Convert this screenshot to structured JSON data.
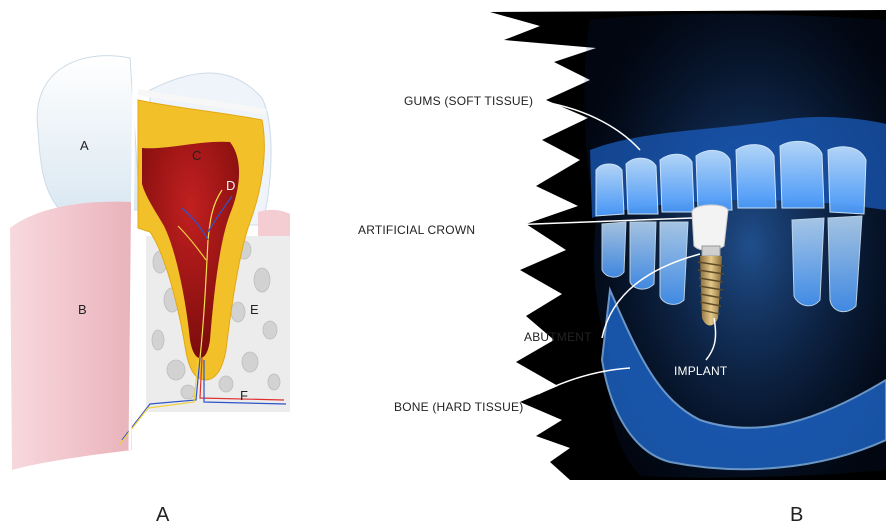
{
  "panel_a": {
    "caption": "A",
    "labels": {
      "a": "A",
      "b": "B",
      "c": "C",
      "d": "D",
      "e": "E",
      "f": "F"
    }
  },
  "panel_b": {
    "caption": "B",
    "labels": {
      "gums": "GUMS (SOFT TISSUE)",
      "crown": "ARTIFICIAL CROWN",
      "abutment": "ABUTMENT",
      "implant": "IMPLANT",
      "bone": "BONE (HARD TISSUE)"
    }
  },
  "colors": {
    "enamel": "#e8f1f8",
    "gum": "#f1c6cc",
    "dentin": "#f2c12a",
    "pulp": "#9e1414",
    "bone": "#ececec",
    "xray_glow": "#2f8cff",
    "background_dark": "#000000"
  }
}
